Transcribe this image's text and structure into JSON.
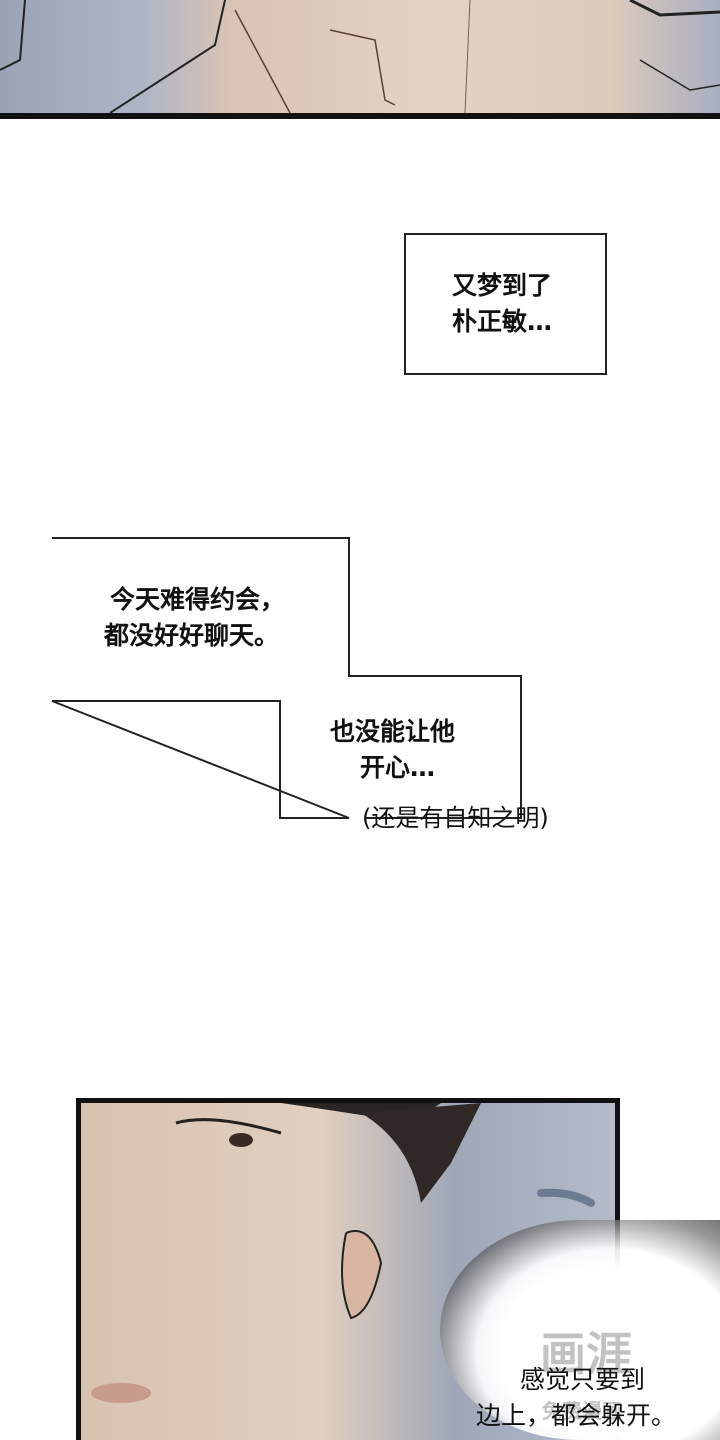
{
  "captions": {
    "caption1": [
      "又梦到了",
      "朴正敏…"
    ],
    "caption2": [
      "今天难得约会，",
      "都没好好聊天。"
    ],
    "caption3": [
      "也没能让他",
      "开心…"
    ],
    "aside": "(还是有自知之明)",
    "burst": [
      "感觉只要到",
      "边上，都会躲开。"
    ]
  },
  "watermark": {
    "line1": "画涯",
    "line2": "免费漫画"
  }
}
